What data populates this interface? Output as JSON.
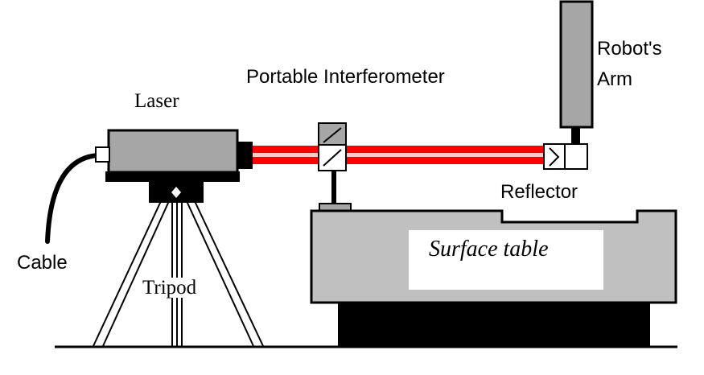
{
  "labels": {
    "laser": "Laser",
    "portable_interferometer": "Portable Interferometer",
    "robots_arm": "Robot's Arm",
    "reflector": "Reflector",
    "cable": "Cable",
    "tripod": "Tripod",
    "surface_table": "Surface table"
  },
  "colors": {
    "body_gray": "#a6a6a6",
    "table_gray": "#c0c0c0",
    "beam_red": "#ff0000",
    "beam_light": "#ffc8c8",
    "base_black": "#000000",
    "background": "#ffffff"
  }
}
